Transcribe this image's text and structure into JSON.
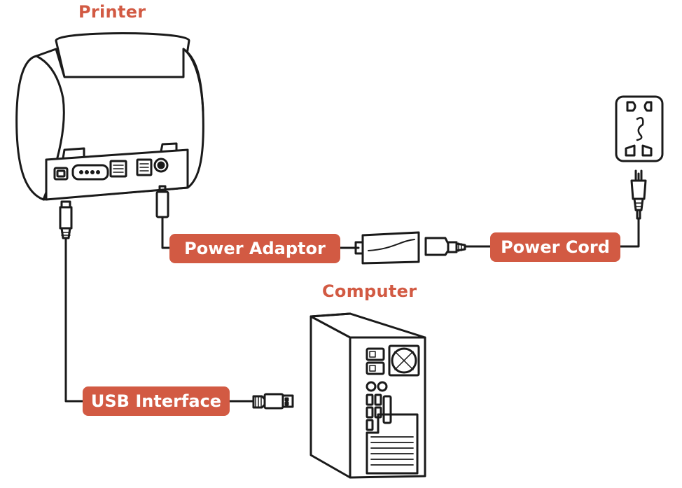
{
  "titles": {
    "printer": "Printer",
    "computer": "Computer"
  },
  "labels": {
    "power_adaptor": "Power Adaptor",
    "power_cord": "Power Cord",
    "usb_interface": "USB Interface"
  },
  "colors": {
    "accent": "#D25A43",
    "line": "#1A1A1A",
    "label_text": "#FFFFFF"
  },
  "icons": [
    "printer-icon",
    "computer-tower-icon",
    "wall-outlet-icon",
    "power-plug-icon",
    "power-brick-icon",
    "usb-plug-icon",
    "barrel-plug-icon",
    "usb-b-plug-icon"
  ]
}
